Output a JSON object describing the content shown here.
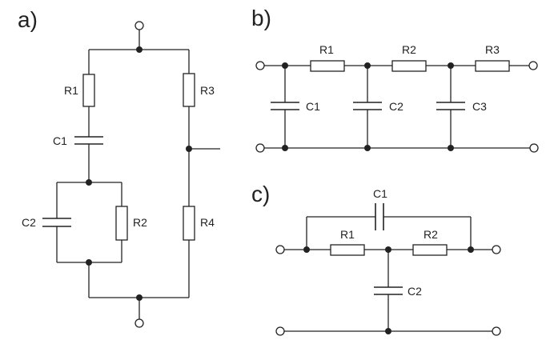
{
  "panels": {
    "a": {
      "title": "a)",
      "labels": {
        "r1": "R1",
        "r2": "R2",
        "r3": "R3",
        "r4": "R4",
        "c1": "C1",
        "c2": "C2"
      }
    },
    "b": {
      "title": "b)",
      "labels": {
        "r1": "R1",
        "r2": "R2",
        "r3": "R3",
        "c1": "C1",
        "c2": "C2",
        "c3": "C3"
      }
    },
    "c": {
      "title": "c)",
      "labels": {
        "r1": "R1",
        "r2": "R2",
        "c1": "C1",
        "c2": "C2"
      }
    }
  }
}
